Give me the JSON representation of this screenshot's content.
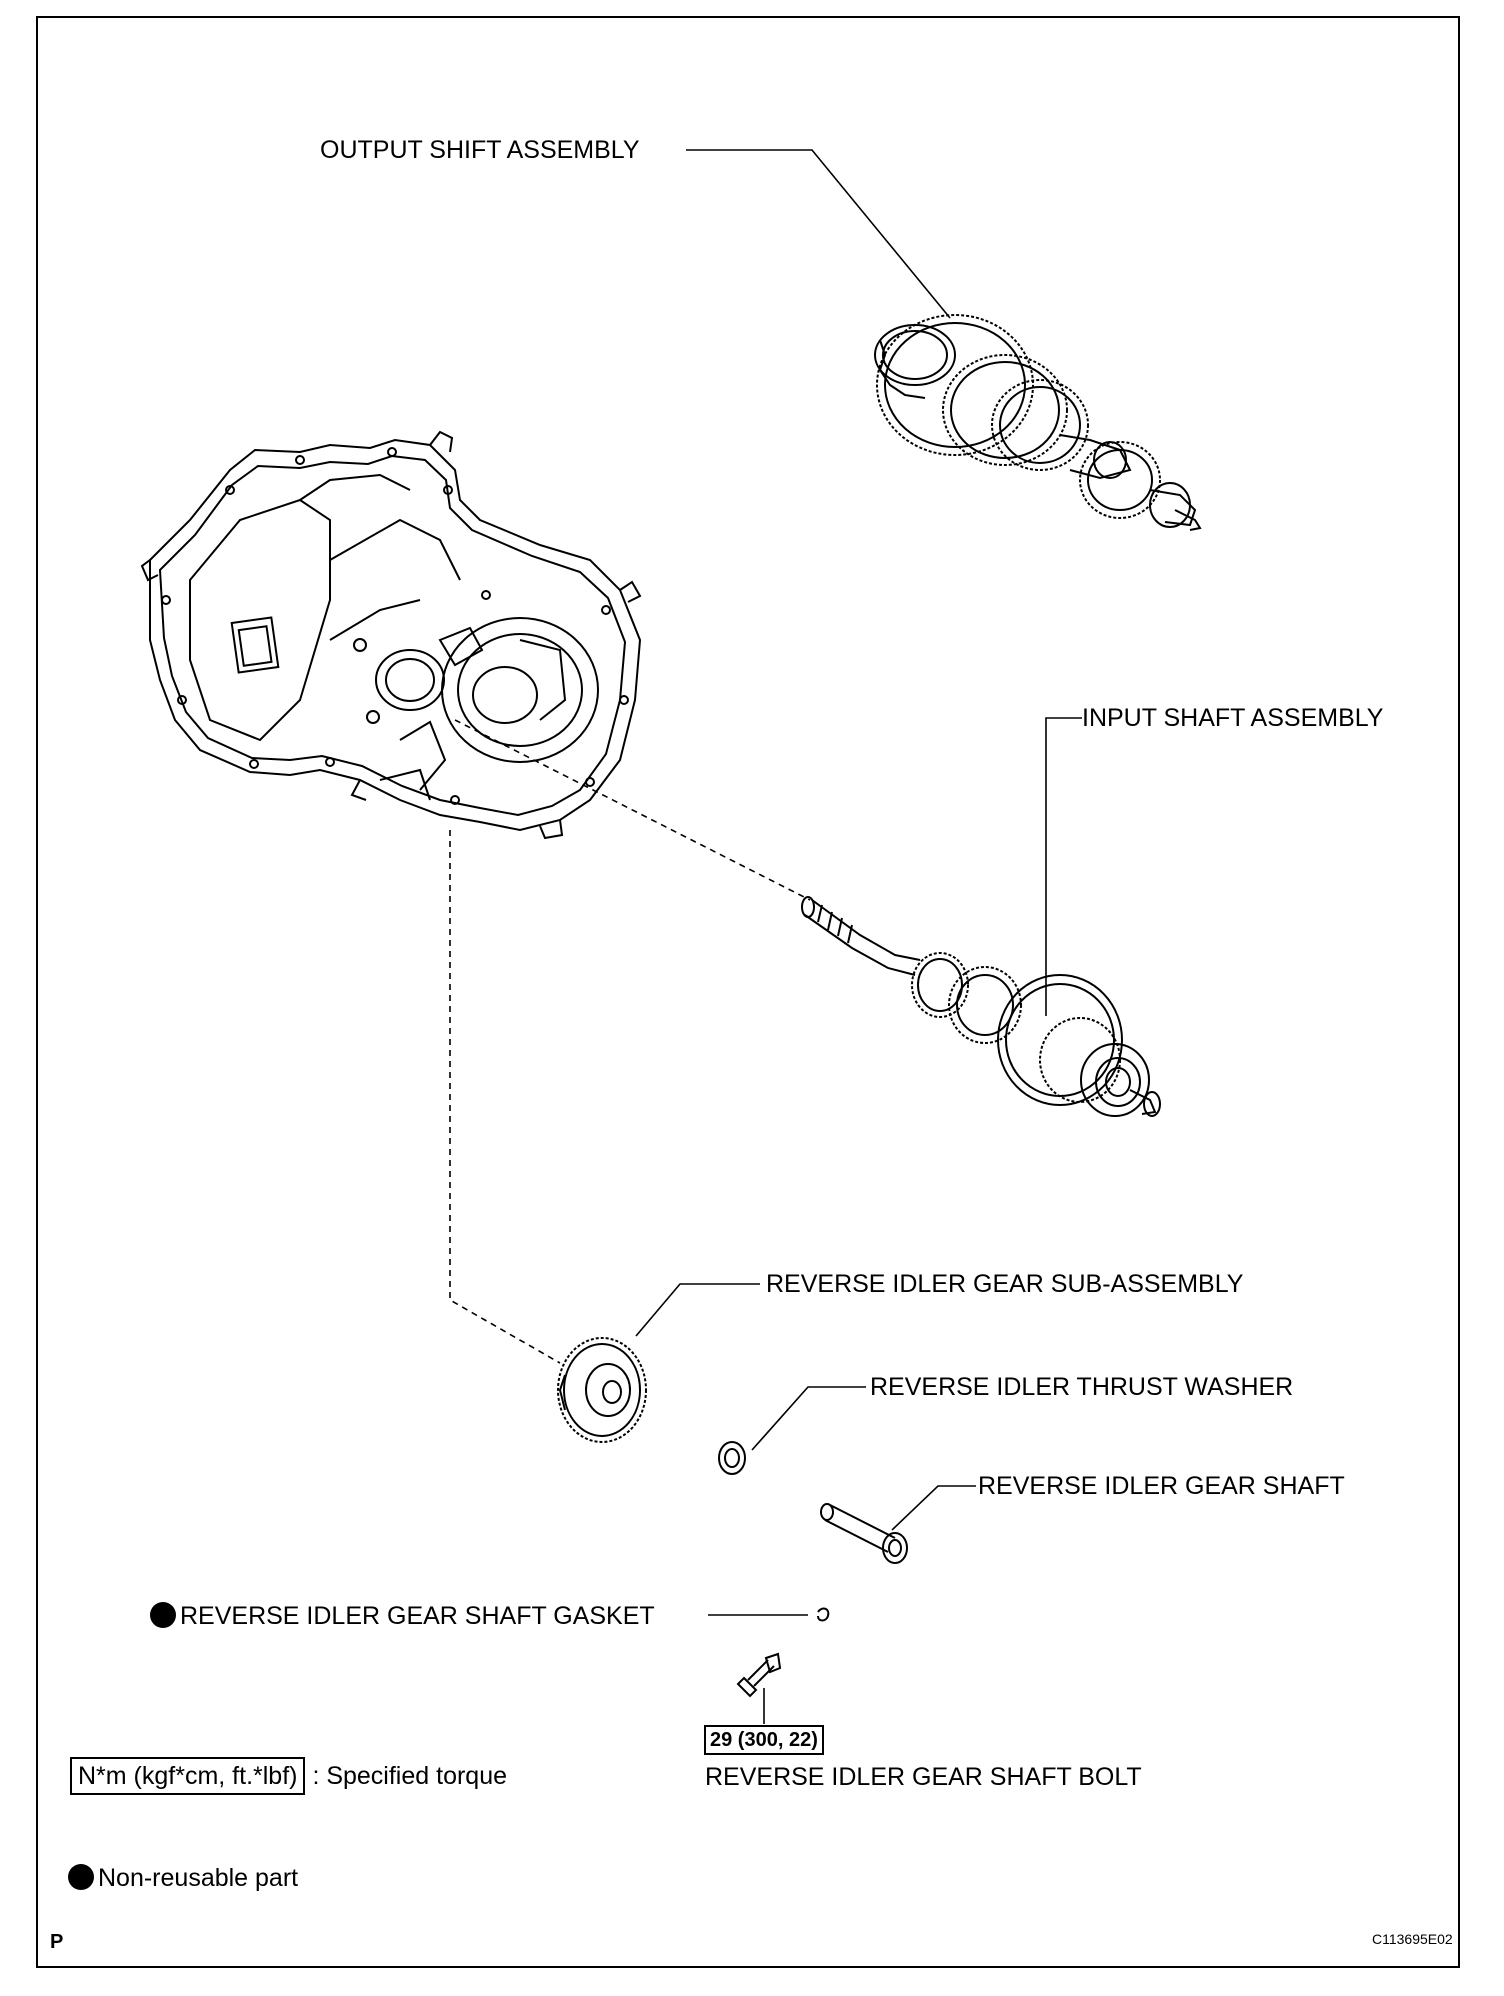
{
  "labels": {
    "output_shaft": "OUTPUT SHIFT ASSEMBLY",
    "input_shaft": "INPUT SHAFT ASSEMBLY",
    "reverse_idler_gear": "REVERSE IDLER GEAR SUB-ASSEMBLY",
    "reverse_idler_washer": "REVERSE IDLER THRUST WASHER",
    "reverse_idler_shaft": "REVERSE IDLER GEAR SHAFT",
    "reverse_idler_gasket": "REVERSE IDLER GEAR SHAFT GASKET",
    "reverse_idler_bolt": "REVERSE IDLER GEAR SHAFT BOLT",
    "bolt_torque": "29 (300, 22)"
  },
  "legend": {
    "torque_unit": "N*m (kgf*cm, ft.*lbf)",
    "torque_text": ": Specified torque",
    "nonreusable_text": "Non-reusable part"
  },
  "corner": {
    "left_mark": "P",
    "figure_code": "C113695E02"
  }
}
